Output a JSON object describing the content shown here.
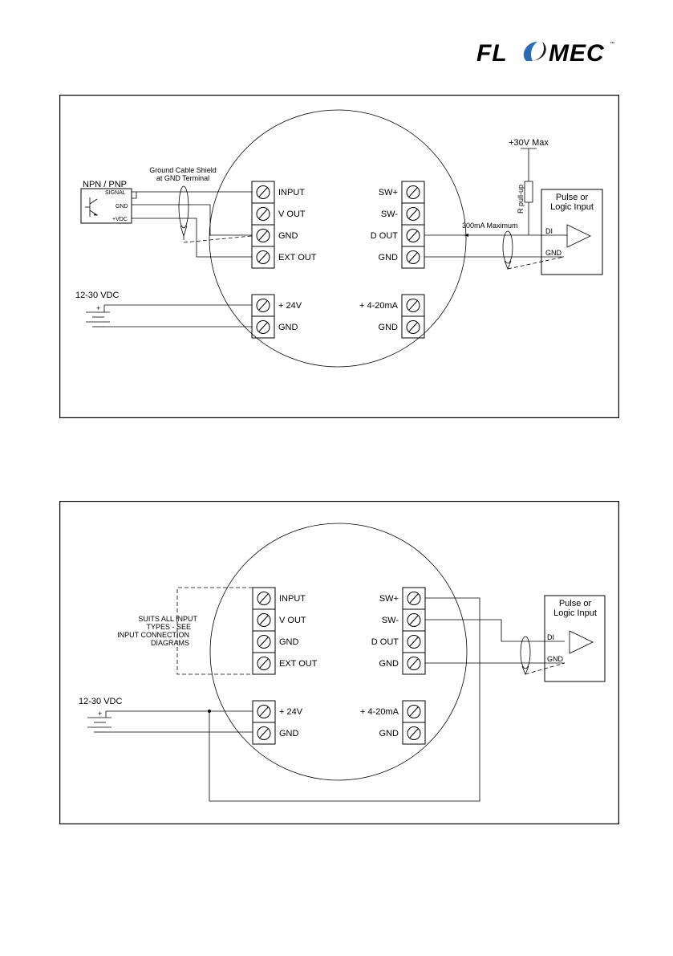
{
  "logo": {
    "text": "FL MEC",
    "tm": "™",
    "color": "#1a1a1a",
    "accent": "#2a6db5"
  },
  "terminals": {
    "left_top": [
      "INPUT",
      "V OUT",
      "GND",
      "EXT OUT"
    ],
    "right_top": [
      "SW+",
      "SW-",
      "D OUT",
      "GND"
    ],
    "left_bottom": [
      "+ 24V",
      "GND"
    ],
    "right_bottom": [
      "+ 4-20mA",
      "GND"
    ]
  },
  "diagram1": {
    "sensor_title": "NPN / PNP",
    "sensor_pins": [
      "SIGNAL",
      "GND",
      "+VDC"
    ],
    "shield_note": [
      "Ground Cable Shield",
      "at GND Terminal"
    ],
    "supply": "12-30 VDC",
    "supply_plus": "+",
    "pullup_voltage": "+30V Max",
    "pullup_label": "R pull-up",
    "current_note": "300mA Maximum",
    "device_title": [
      "Pulse or",
      "Logic Input"
    ],
    "device_pins": [
      "DI",
      "GND"
    ]
  },
  "diagram2": {
    "input_note": [
      "SUITS ALL INPUT",
      "TYPES - SEE",
      "INPUT CONNECTION",
      "DIAGRAMS"
    ],
    "supply": "12-30 VDC",
    "supply_plus": "+",
    "device_title": [
      "Pulse or",
      "Logic Input"
    ],
    "device_pins": [
      "DI",
      "GND"
    ]
  }
}
